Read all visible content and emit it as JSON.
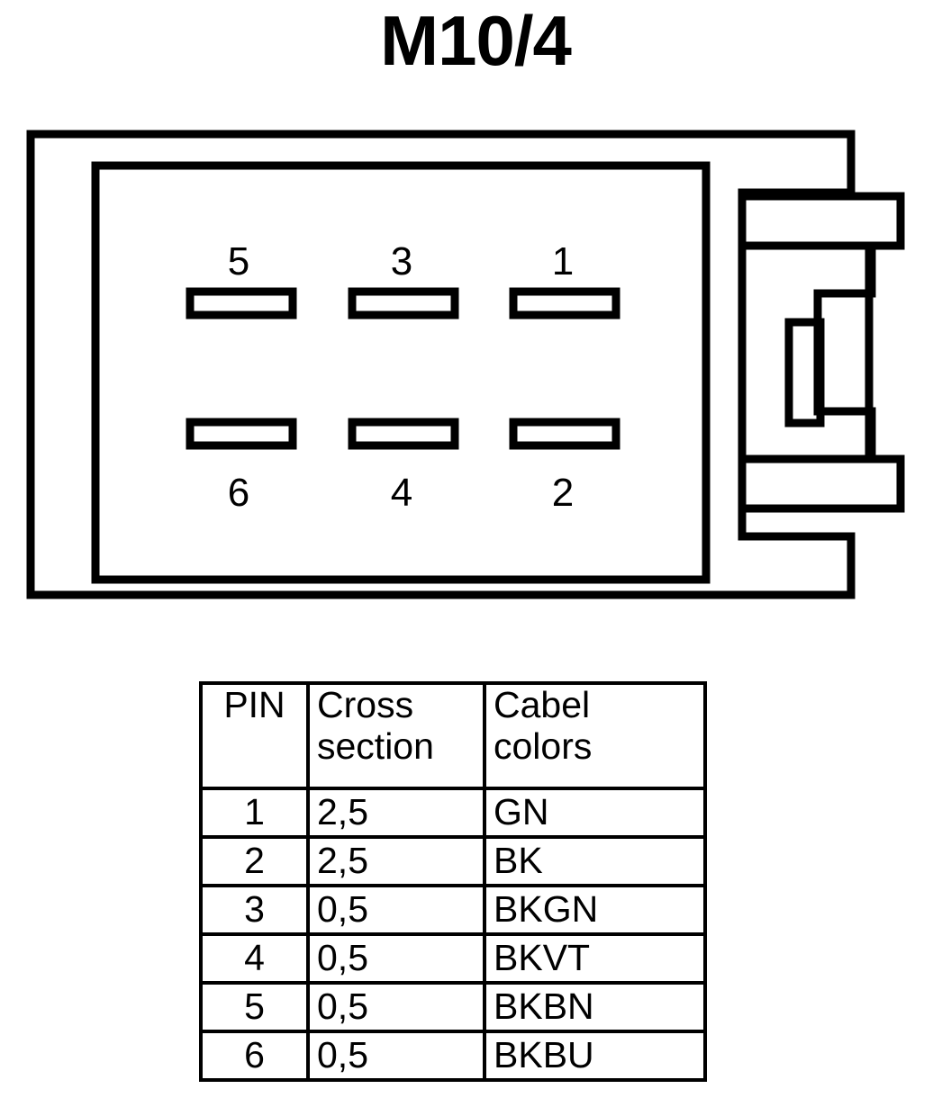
{
  "title": "M10/4",
  "connector": {
    "name": "connector-pinout-diagram",
    "pin_positions": [
      {
        "label": "5",
        "row": "top",
        "col": 1
      },
      {
        "label": "3",
        "row": "top",
        "col": 2
      },
      {
        "label": "1",
        "row": "top",
        "col": 3
      },
      {
        "label": "6",
        "row": "bottom",
        "col": 1
      },
      {
        "label": "4",
        "row": "bottom",
        "col": 2
      },
      {
        "label": "2",
        "row": "bottom",
        "col": 3
      }
    ]
  },
  "table": {
    "headers": {
      "pin": "PIN",
      "cross_section_line1": "Cross",
      "cross_section_line2": "section",
      "cabel_colors_line1": "Cabel",
      "cabel_colors_line2": "colors"
    },
    "rows": [
      {
        "pin": "1",
        "cross_section": "2,5",
        "cabel_color": "GN"
      },
      {
        "pin": "2",
        "cross_section": "2,5",
        "cabel_color": "BK"
      },
      {
        "pin": "3",
        "cross_section": "0,5",
        "cabel_color": "BKGN"
      },
      {
        "pin": "4",
        "cross_section": "0,5",
        "cabel_color": "BKVT"
      },
      {
        "pin": "5",
        "cross_section": "0,5",
        "cabel_color": "BKBN"
      },
      {
        "pin": "6",
        "cross_section": "0,5",
        "cabel_color": "BKBU"
      }
    ]
  },
  "colors": {
    "stroke": "#000000",
    "background": "#ffffff"
  }
}
